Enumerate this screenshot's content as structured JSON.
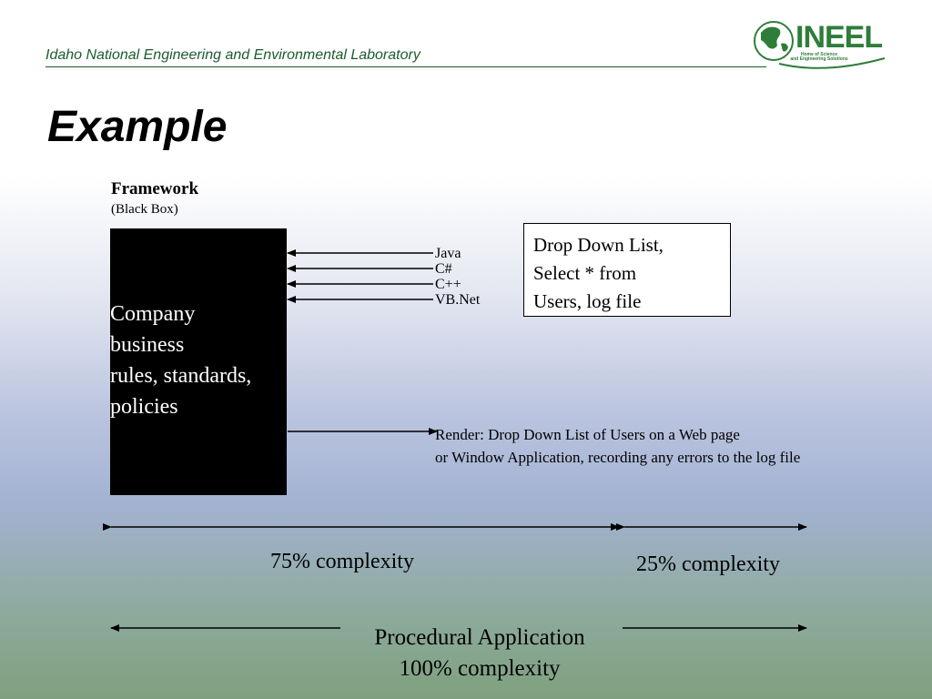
{
  "header": {
    "org_name": "Idaho National Engineering and Environmental Laboratory"
  },
  "logo": {
    "wordmark": "INEEL",
    "tagline_line1": "Home of Science",
    "tagline_line2": "and Engineering Solutions"
  },
  "slide": {
    "title": "Example",
    "framework_label": "Framework",
    "framework_sublabel": "(Black Box)",
    "box_lines": [
      "Company",
      "business",
      "rules, standards,",
      "policies"
    ],
    "languages": [
      "Java",
      "C#",
      "C++",
      "VB.Net"
    ],
    "dropdown_lines": [
      "Drop Down List,",
      "Select * from",
      "Users, log file"
    ],
    "render_lines": [
      "Render: Drop Down List of Users on a Web page",
      "or Window Application, recording any errors to the log file"
    ],
    "complexity_75": "75% complexity",
    "complexity_25": "25% complexity",
    "procedural_line1": "Procedural Application",
    "procedural_line2": "100% complexity"
  },
  "colors": {
    "header_green": "#1a5c2e",
    "logo_green": "#2f7d3a"
  }
}
